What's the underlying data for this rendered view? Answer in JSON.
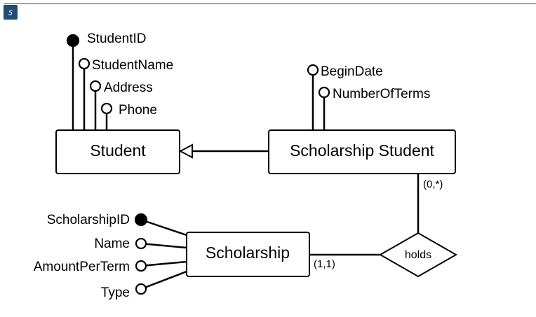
{
  "badge": {
    "number": "5"
  },
  "colors": {
    "accent": "#1f4e79",
    "ink": "#000000",
    "background": "#ffffff"
  },
  "entities": {
    "student": "Student",
    "scholarship_student": "Scholarship Student",
    "scholarship": "Scholarship"
  },
  "relationship": {
    "label": "holds"
  },
  "student_attributes": {
    "student_id": "StudentID",
    "student_name": "StudentName",
    "address": "Address",
    "phone": "Phone"
  },
  "scholarship_student_attributes": {
    "begin_date": "BeginDate",
    "number_of_terms": "NumberOfTerms"
  },
  "scholarship_attributes": {
    "scholarship_id": "ScholarshipID",
    "name": "Name",
    "amount_per_term": "AmountPerTerm",
    "type": "Type"
  },
  "cardinalities": {
    "scholarship_student_holds": "(0,*)",
    "scholarship_holds": "(1,1)"
  },
  "icons": {
    "identifier": "filled-circle-icon",
    "attribute": "open-circle-icon",
    "inheritance": "hollow-triangle-arrow-icon"
  }
}
